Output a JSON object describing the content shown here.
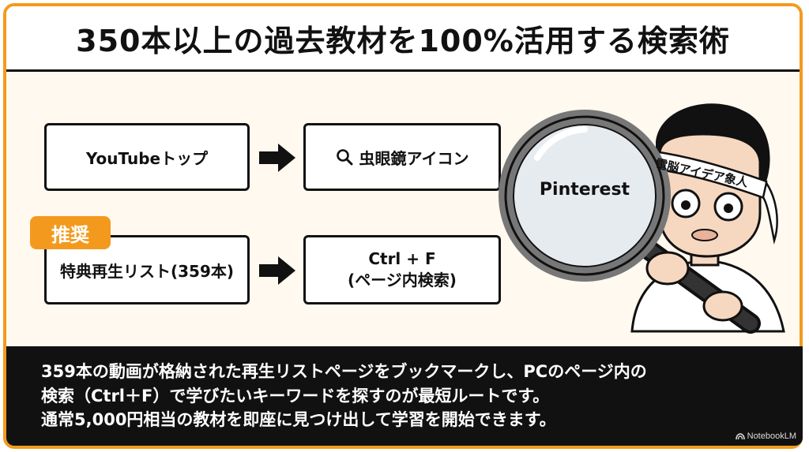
{
  "title": "350本以上の過去教材を100%活用する検索術",
  "flow": {
    "step1": "YouTubeトップ",
    "step2": "虫眼鏡アイコン",
    "step3": "特典再生リスト(359本)",
    "step4_line1": "Ctrl + F",
    "step4_line2": "(ページ内検索)",
    "badge": "推奨",
    "step2_icon": "search-icon"
  },
  "illustration": {
    "loupe_label": "Pinterest",
    "headband": "電脳アイデア象人"
  },
  "caption": {
    "line1": "359本の動画が格納された再生リストページをブックマークし、PCのページ内の",
    "line2": "検索（Ctrl＋F）で学びたいキーワードを探すのが最短ルートです。",
    "line3": "通常5,000円相当の教材を即座に見つけ出して学習を開始できます。"
  },
  "watermark": "NotebookLM",
  "colors": {
    "accent": "#f39a1e",
    "ink": "#111111",
    "panel": "#111111"
  }
}
